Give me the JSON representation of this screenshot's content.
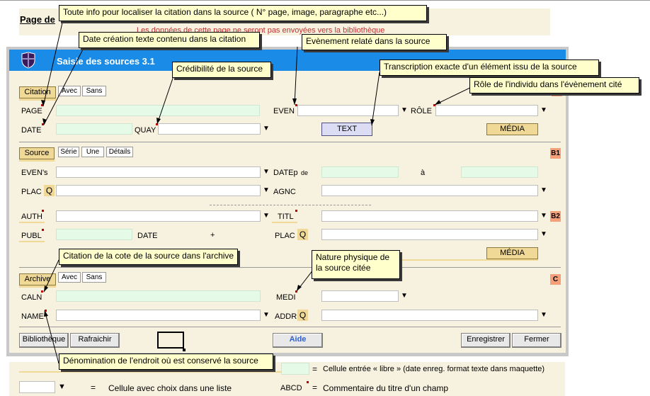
{
  "page": {
    "heading": "Page de",
    "warning": "Les données de cette page ne seront pas envoyées vers la bibliothèque"
  },
  "window": {
    "title": "Saisie des sources 3.1"
  },
  "citation": {
    "tab_label": "Citation",
    "avec": "Avec",
    "sans": "Sans",
    "page_label": "PAGE",
    "date_label": "DATE",
    "quay_label": "QUAY",
    "even_label": "EVEN",
    "role_label": "RÔLE",
    "text_button": "TEXT",
    "media_button": "MÉDIA"
  },
  "source": {
    "tab_label": "Source",
    "serie": "Série",
    "une": "Une",
    "details": "Détails",
    "badge_b1": "B1",
    "evens_label": "EVEN's",
    "datep_label": "DATEp",
    "de_label": "de",
    "a_label": "à",
    "plac_label": "PLAC",
    "agnc_label": "AGNC",
    "auth_label": "AUTH",
    "titl_label": "TITL",
    "badge_b2": "B2",
    "publ_label": "PUBL",
    "date_label": "DATE",
    "plus": "+",
    "plac2_label": "PLAC",
    "media_button": "MÉDIA",
    "q": "Q"
  },
  "archive": {
    "tab_label": "Archive",
    "avec": "Avec",
    "sans": "Sans",
    "badge_c": "C",
    "caln_label": "CALN",
    "medi_label": "MEDI",
    "name_label": "NAME",
    "addr_label": "ADDR"
  },
  "buttons": {
    "bibliotheque": "Bibliothèque",
    "rafraichir": "Rafraichir",
    "aide": "Aide",
    "enregistrer": "Enregistrer",
    "fermer": "Fermer"
  },
  "legend": {
    "free_cell": "Cellule entrée « libre » (date enreg. format texte dans maquette)",
    "list_cell": "Cellule avec choix dans une liste",
    "comment_sample": "ABCD",
    "comment_text": "Commentaire du titre d'un champ",
    "eq": "="
  },
  "tooltips": {
    "t1": "Toute info pour localiser la citation dans la source ( N° page, image, paragraphe etc...)",
    "t2": "Date création texte contenu dans la citation",
    "t3": "Evènement relaté dans la source",
    "t4": "Crédibilité de la source",
    "t5": "Transcription exacte d'un élément issu de la source",
    "t6": "Rôle de l'individu dans l'évènement cité",
    "t7": "Citation de la cote de la source dans l'archive",
    "t8_line1": "Nature physique de",
    "t8_line2": "la source citée",
    "t9": "Dénomination de l'endroit où est conservé la source"
  },
  "icons": {
    "app": "shield-icon",
    "dropdown": "dropdown-arrow-icon"
  },
  "colors": {
    "title_bar": "#1a8be6",
    "panel_bg": "#f7f2df",
    "free_cell": "#e6fae8",
    "tab_button": "#f0d896",
    "badge": "#f6a07a",
    "tooltip": "#ffffcc",
    "warning_text": "#c03030"
  }
}
